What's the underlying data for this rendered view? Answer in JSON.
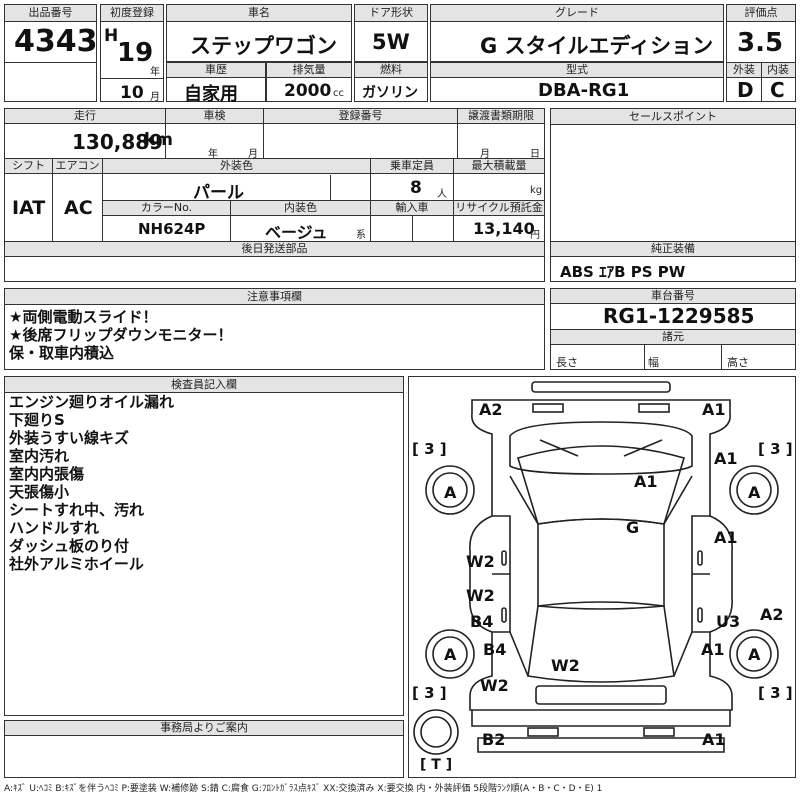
{
  "header": {
    "lot_label": "出品番号",
    "lot_number": "4343",
    "first_reg_label": "初度登録",
    "era": "H",
    "year": "19",
    "year_unit": "年",
    "month": "10",
    "month_unit": "月",
    "car_name_label": "車名",
    "car_name": "ステップワゴン",
    "door_label": "ドア形状",
    "door": "5W",
    "grade_label": "グレード",
    "grade": "G スタイルエディション",
    "score_label": "評価点",
    "score": "3.5",
    "history_label": "車歴",
    "history": "自家用",
    "displacement_label": "排気量",
    "displacement": "2000",
    "displacement_unit": "cc",
    "fuel_label": "燃料",
    "fuel": "ガソリン",
    "model_label": "型式",
    "model": "DBA-RG1",
    "ext_grade_label": "外装",
    "ext_grade": "D",
    "int_grade_label": "内装",
    "int_grade": "C"
  },
  "mid": {
    "mileage_label": "走行",
    "mileage": "130,889",
    "mileage_unit": "km",
    "inspection_label": "車検",
    "inspection_year_unit": "年",
    "inspection_month_unit": "月",
    "reg_no_label": "登録番号",
    "transfer_label": "譲渡書類期限",
    "transfer_month_unit": "月",
    "transfer_day_unit": "日",
    "shift_label": "シフト",
    "shift": "IAT",
    "ac_label": "エアコン",
    "ac": "AC",
    "exterior_color_label": "外装色",
    "exterior_color": "パール",
    "capacity_label": "乗車定員",
    "capacity": "8",
    "capacity_unit": "人",
    "max_load_label": "最大積載量",
    "max_load_unit": "kg",
    "color_no_label": "カラーNo.",
    "color_no": "NH624P",
    "interior_color_label": "内装色",
    "interior_color": "ベージュ",
    "interior_color_suffix": "系",
    "import_label": "輸入車",
    "recycle_label": "リサイクル預託金",
    "recycle": "13,140",
    "recycle_unit": "円",
    "later_parts_label": "後日発送部品",
    "sales_point_label": "セールスポイント",
    "equipment_label": "純正装備",
    "equipment": "ABS ｴｱB PS PW"
  },
  "notes_section": {
    "label": "注意事項欄",
    "lines": [
      "★両側電動スライド！",
      "★後席フリップダウンモニター！",
      "保・取車内積込"
    ]
  },
  "chassis": {
    "label": "車台番号",
    "number": "RG1-1229585",
    "specs_label": "諸元",
    "length_label": "長さ",
    "width_label": "幅",
    "height_label": "高さ"
  },
  "inspector": {
    "label": "検査員記入欄",
    "lines": [
      "エンジン廻りオイル漏れ",
      "下廻りS",
      "外装うすい線キズ",
      "室内汚れ",
      "室内内張傷",
      "天張傷小",
      "シートすれ中、汚れ",
      "ハンドルすれ",
      "ダッシュ板のり付",
      "社外アルミホイール"
    ]
  },
  "office_label": "事務局よりご案内",
  "legend": "A:ｷｽﾞ  U:ﾍｺﾐ B:ｷｽﾞを伴うﾍｺﾐ P:要塗装 W:補修跡 S:錆 C:腐食 G:ﾌﾛﾝﾄｶﾞﾗｽ点ｷｽﾞ XX:交換済み X:要交換  内・外装評価  5段階ﾗﾝｸ順(A・B・C・D・E) 1",
  "diagram": {
    "marks": {
      "front_left": "A2",
      "front_right": "A1",
      "hood_right": "A1",
      "hood_center": "A1",
      "windshield": "G",
      "left_front_door": "W2",
      "left_rear_door": "W2",
      "left_sill": "B4",
      "left_rear_quarter": "B4",
      "left_rear_lower": "W2",
      "right_front_door": "A1",
      "right_rear_door": "U3",
      "right_rear_quarter": "A1",
      "right_edge": "A2",
      "rear_glass": "W2",
      "rear_left": "B2",
      "rear_right": "A1"
    },
    "tires": [
      "A",
      "A",
      "A",
      "A"
    ],
    "tire_size_fl": "[ 3 ]",
    "tire_size_fr": "[ 3 ]",
    "tire_size_rl": "[ 3 ]",
    "tire_size_rr": "[ 3 ]",
    "spare_label": "[ T ]"
  }
}
